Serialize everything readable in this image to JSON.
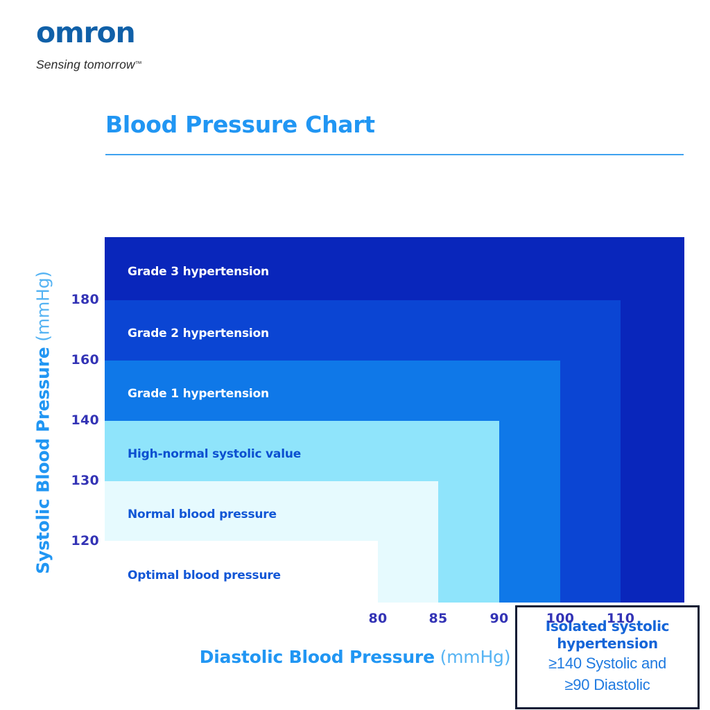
{
  "brand": {
    "wordmark": "omron",
    "tagline": "Sensing tomorrow",
    "trademark": "™"
  },
  "header": {
    "title": "Blood Pressure Chart"
  },
  "callout": {
    "line1": "Isolated systolic",
    "line2": "hypertension",
    "line3": "≥140 Systolic and",
    "line4": "≥90 Diastolic"
  },
  "axes": {
    "x_title_strong": "Diastolic Blood Pressure",
    "x_title_unit": "(mmHg)",
    "y_title_strong": "Systolic Blood Pressure",
    "y_title_unit": "(mmHg)"
  },
  "chart_data": {
    "type": "heatmap",
    "title": "Blood Pressure Chart",
    "xlabel": "Diastolic Blood Pressure (mmHg)",
    "ylabel": "Systolic Blood Pressure (mmHg)",
    "grid": false,
    "legend_position": "inline-band-labels",
    "x_ticks": [
      "80",
      "85",
      "90",
      "100",
      "110"
    ],
    "y_ticks": [
      "180",
      "160",
      "140",
      "130",
      "120"
    ],
    "xlim": [
      75,
      115
    ],
    "ylim": [
      110,
      195
    ],
    "categories": [
      {
        "label": "Grade 3 hypertension",
        "color": "#0926bb",
        "text_color": "#ffffff",
        "systolic_min": 180,
        "diastolic_min": 110
      },
      {
        "label": "Grade 2 hypertension",
        "color": "#0b45d3",
        "text_color": "#ffffff",
        "systolic_range": [
          160,
          179
        ],
        "diastolic_range": [
          100,
          109
        ]
      },
      {
        "label": "Grade 1 hypertension",
        "color": "#0f78e8",
        "text_color": "#ffffff",
        "systolic_range": [
          140,
          159
        ],
        "diastolic_range": [
          90,
          99
        ]
      },
      {
        "label": "High-normal systolic value",
        "color": "#8fe4fb",
        "text_color": "#0b4fd0",
        "systolic_range": [
          130,
          139
        ],
        "diastolic_range": [
          85,
          89
        ]
      },
      {
        "label": "Normal blood pressure",
        "color": "#e6fafe",
        "text_color": "#1156d6",
        "systolic_range": [
          120,
          129
        ],
        "diastolic_range": [
          80,
          84
        ]
      },
      {
        "label": "Optimal blood pressure",
        "color": "#ffffff",
        "text_color": "#1156d6",
        "systolic_max": 119,
        "diastolic_max": 79
      }
    ],
    "annotations": [
      {
        "text": "Isolated systolic hypertension ≥140 Systolic and ≥90 Diastolic",
        "at": [
          95,
          150
        ]
      }
    ]
  }
}
